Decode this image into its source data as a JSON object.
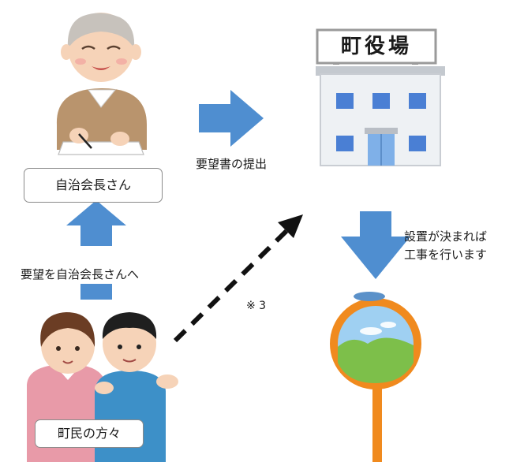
{
  "labels": {
    "chairman_box": "自治会長さん",
    "residents_box": "町民の方々",
    "request_to_chairman": "要望を自治会長さんへ",
    "submit_request": "要望書の提出",
    "note": "※ 3",
    "install_line1": "設置が決まれば",
    "install_line2": "工事を行います",
    "office_sign": "町役場"
  },
  "colors": {
    "arrow_blue": "#4f8ed0",
    "dashed_arrow": "#111111",
    "sweater": "#b9946d",
    "building": "#eef1f4",
    "window": "#4a7fd4",
    "mirror_frame": "#f08a1e"
  },
  "icons": [
    "elderly-man-writing",
    "town-hall-building",
    "curve-mirror",
    "residents-pointing"
  ]
}
